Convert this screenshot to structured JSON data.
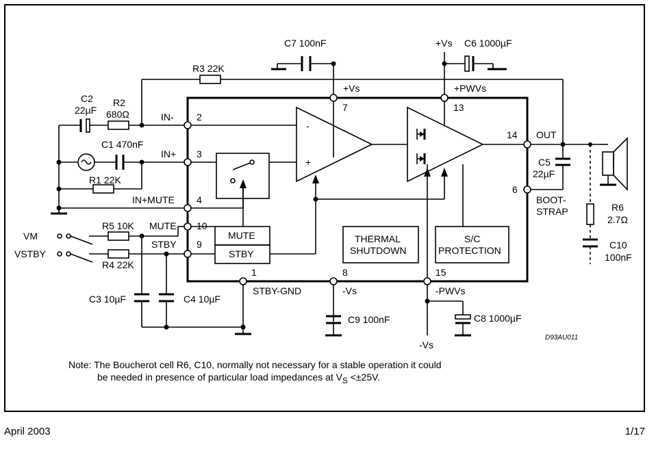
{
  "components": {
    "c7": "C7 100nF",
    "c6": "C6 1000µF",
    "plus_vs_top": "+Vs",
    "r3": "R3 22K",
    "c2": "C2",
    "c2_value": "22µF",
    "r2": "R2",
    "r2_value": "680Ω",
    "c1": "C1 470nF",
    "r1": "R1 22K",
    "r5": "R5 10K",
    "r4": "R4 22K",
    "c3": "C3 10µF",
    "c4": "C4 10µF",
    "c9": "C9 100nF",
    "c8": "C8 1000µF",
    "c5": "C5",
    "c5_value": "22µF",
    "r6": "R6",
    "r6_value": "2.7Ω",
    "c10": "C10",
    "c10_value": "100nF",
    "minus_vs_bottom": "-Vs"
  },
  "pins": {
    "in_minus": "IN-",
    "in_plus": "IN+",
    "in_plus_mute": "IN+MUTE",
    "mute": "MUTE",
    "stby": "STBY",
    "plus_vs": "+Vs",
    "plus_pwvs": "+PWVs",
    "out": "OUT",
    "bootstrap1": "BOOT-",
    "bootstrap2": "STRAP",
    "stby_gnd": "STBY-GND",
    "minus_vs": "-Vs",
    "minus_pwvs": "-PWVs",
    "n2": "2",
    "n3": "3",
    "n4": "4",
    "n10": "10",
    "n9": "9",
    "n7": "7",
    "n13": "13",
    "n14": "14",
    "n6": "6",
    "n1": "1",
    "n8": "8",
    "n15": "15"
  },
  "blocks": {
    "mute_box": "MUTE",
    "stby_box": "STBY",
    "thermal1": "THERMAL",
    "thermal2": "SHUTDOWN",
    "sc1": "S/C",
    "sc2": "PROTECTION",
    "minus_sign": "-",
    "plus_sign": "+"
  },
  "inputs": {
    "vm": "VM",
    "vstby": "VSTBY"
  },
  "code": "D93AU011",
  "note_line1": "Note: The Boucherot cell R6, C10, normally not necessary for a stable operation it could",
  "note_line2a": "be needed in presence of particular load impedances at V",
  "note_sub": "S",
  "note_line2b": " <±25V.",
  "footer_date": "April 2003",
  "footer_page": "1/17"
}
